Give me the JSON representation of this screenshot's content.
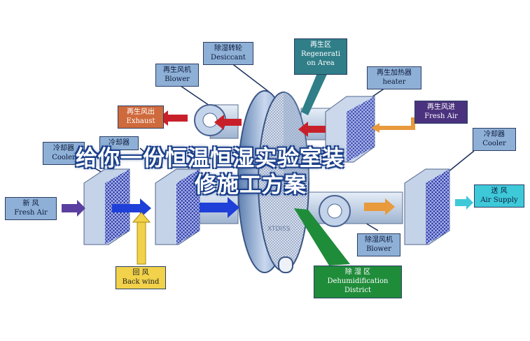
{
  "labels": {
    "desiccant": {
      "zh": "除湿转轮",
      "en": "Desiccant"
    },
    "regeneration": {
      "zh": "再生区",
      "en": "Regenerati",
      "en2": "on Area"
    },
    "regen_blower": {
      "zh": "再生风机",
      "en": "Blower"
    },
    "regen_heater": {
      "zh": "再生加热器",
      "en": "heater"
    },
    "exhaust": {
      "zh": "再生风出",
      "en": "Exhaust"
    },
    "regen_fresh_air": {
      "zh": "再生风进",
      "en": "Fresh Air"
    },
    "cooler_left": {
      "zh": "冷却器",
      "en": "Cooler"
    },
    "cooler_mid": {
      "zh": "冷却器"
    },
    "cooler_right": {
      "zh": "冷却器",
      "en": "Cooler"
    },
    "fresh_air": {
      "zh": "新    风",
      "en": "Fresh Air"
    },
    "supply_air": {
      "zh": "送  风",
      "en": "Air Supply"
    },
    "dehum_blower": {
      "zh": "除湿风机",
      "en": "Blower"
    },
    "back_wind": {
      "zh": "回    风",
      "en": "Back wind"
    },
    "dehum_district": {
      "zh": "除    湿    区",
      "en": "Dehumidification",
      "en2": "District"
    }
  },
  "watermark": "XTDISS",
  "overlay_title": {
    "line1": "给你一份恒温恒湿实验室装",
    "line2": "修施工方案"
  },
  "colors": {
    "label_blue": "#8fb0d6",
    "exhaust": "#cf6a3c",
    "regen_in": "#4b327e",
    "supply": "#3ec9d9",
    "back": "#f1d24a",
    "dehum": "#1f8c3a",
    "arrow_blue": "#1e3fd8",
    "arrow_red": "#c8202a",
    "arrow_orange": "#e89a3c",
    "arrow_purple": "#5a3fa0"
  }
}
